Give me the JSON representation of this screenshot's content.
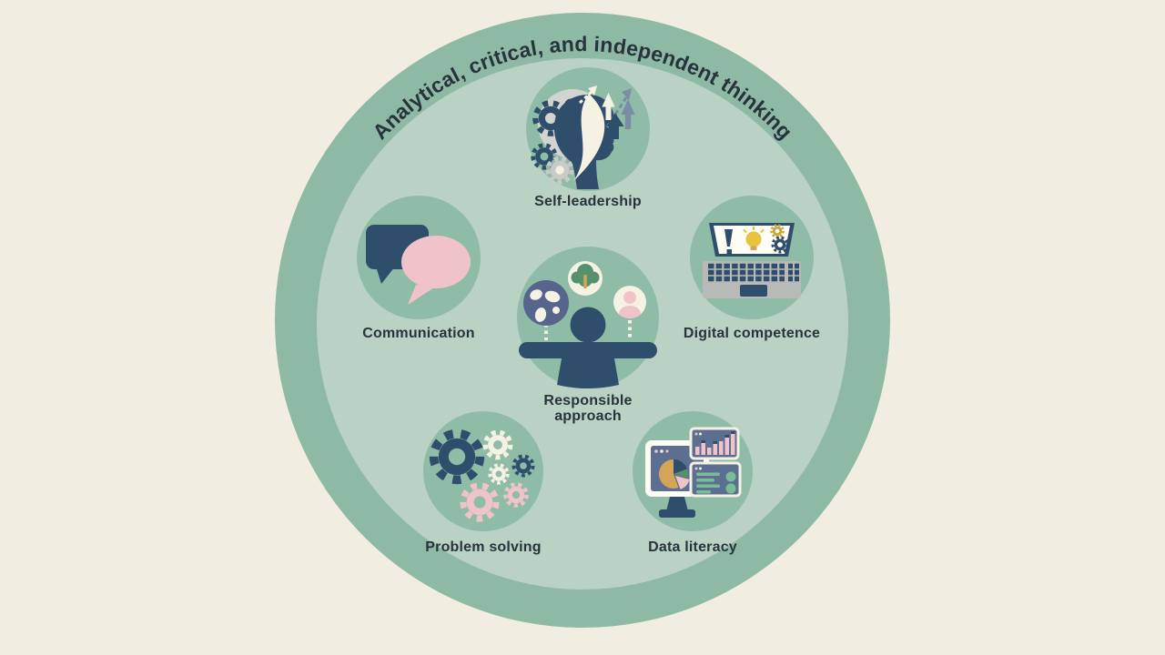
{
  "title": {
    "text": "Analytical, critical, and independent thinking"
  },
  "skills": [
    {
      "id": "self-leadership",
      "label": "Self-leadership"
    },
    {
      "id": "communication",
      "label": "Communication"
    },
    {
      "id": "digital-competence",
      "label": "Digital competence"
    },
    {
      "id": "responsible-approach",
      "label": "Responsible approach",
      "lines": [
        "Responsible",
        "approach"
      ]
    },
    {
      "id": "problem-solving",
      "label": "Problem solving"
    },
    {
      "id": "data-literacy",
      "label": "Data literacy"
    }
  ],
  "palette": {
    "background": "#f1eee1",
    "outer_ring": "#8db9a5",
    "inner_circle": "#b9d2c4",
    "badge_circle": "#8fbca7",
    "navy": "#2f4e6b",
    "pink": "#f0c3ca",
    "cream": "#f5f2e3",
    "yellow": "#e5c33d",
    "slate_blue": "#7b8ca6",
    "panel_slate": "#5d6f90",
    "accent_green": "#79bd98",
    "tree_green": "#55916c",
    "tan": "#d2a558",
    "globe_blue": "#57648c",
    "gray": "#d2d4d0",
    "keyboard_gray": "#b7bab6",
    "text": "#28333c"
  }
}
